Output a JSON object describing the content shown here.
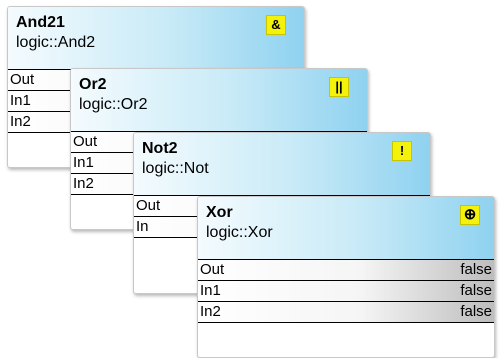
{
  "nodes": [
    {
      "title": "And21",
      "type": "logic::And2",
      "icon": "and-icon",
      "icon_glyph": "&",
      "ports": [
        {
          "label": "Out"
        },
        {
          "label": "In1"
        },
        {
          "label": "In2"
        }
      ]
    },
    {
      "title": "Or2",
      "type": "logic::Or2",
      "icon": "or-icon",
      "icon_glyph": "||",
      "ports": [
        {
          "label": "Out"
        },
        {
          "label": "In1"
        },
        {
          "label": "In2"
        }
      ]
    },
    {
      "title": "Not2",
      "type": "logic::Not",
      "icon": "not-icon",
      "icon_glyph": "!",
      "ports": [
        {
          "label": "Out"
        },
        {
          "label": "In"
        }
      ]
    },
    {
      "title": "Xor",
      "type": "logic::Xor",
      "icon": "xor-icon",
      "icon_glyph": "⊕",
      "ports": [
        {
          "label": "Out",
          "value": "false"
        },
        {
          "label": "In1",
          "value": "false"
        },
        {
          "label": "In2",
          "value": "false"
        }
      ]
    }
  ],
  "colors": {
    "header_gradient_start": "#f4fbfe",
    "header_gradient_end": "#8fd2f0",
    "icon_background": "#f4f20a"
  }
}
